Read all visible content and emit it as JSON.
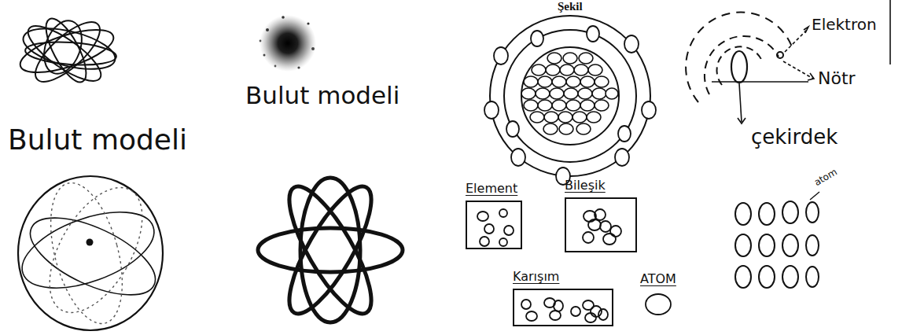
{
  "diagram": {
    "nodes": [
      {
        "text": [
          "Element"
        ]
      },
      {
        "text": [
          "Bileşik"
        ]
      },
      {
        "text": [
          "Karışım"
        ]
      },
      {
        "text": [
          "ATOM"
        ]
      }
    ],
    "labels": [
      "Bulut modeli",
      "Bulut modeli",
      "Şekil",
      "Elektron",
      "Nötr",
      "çekirdek",
      "atom"
    ]
  }
}
